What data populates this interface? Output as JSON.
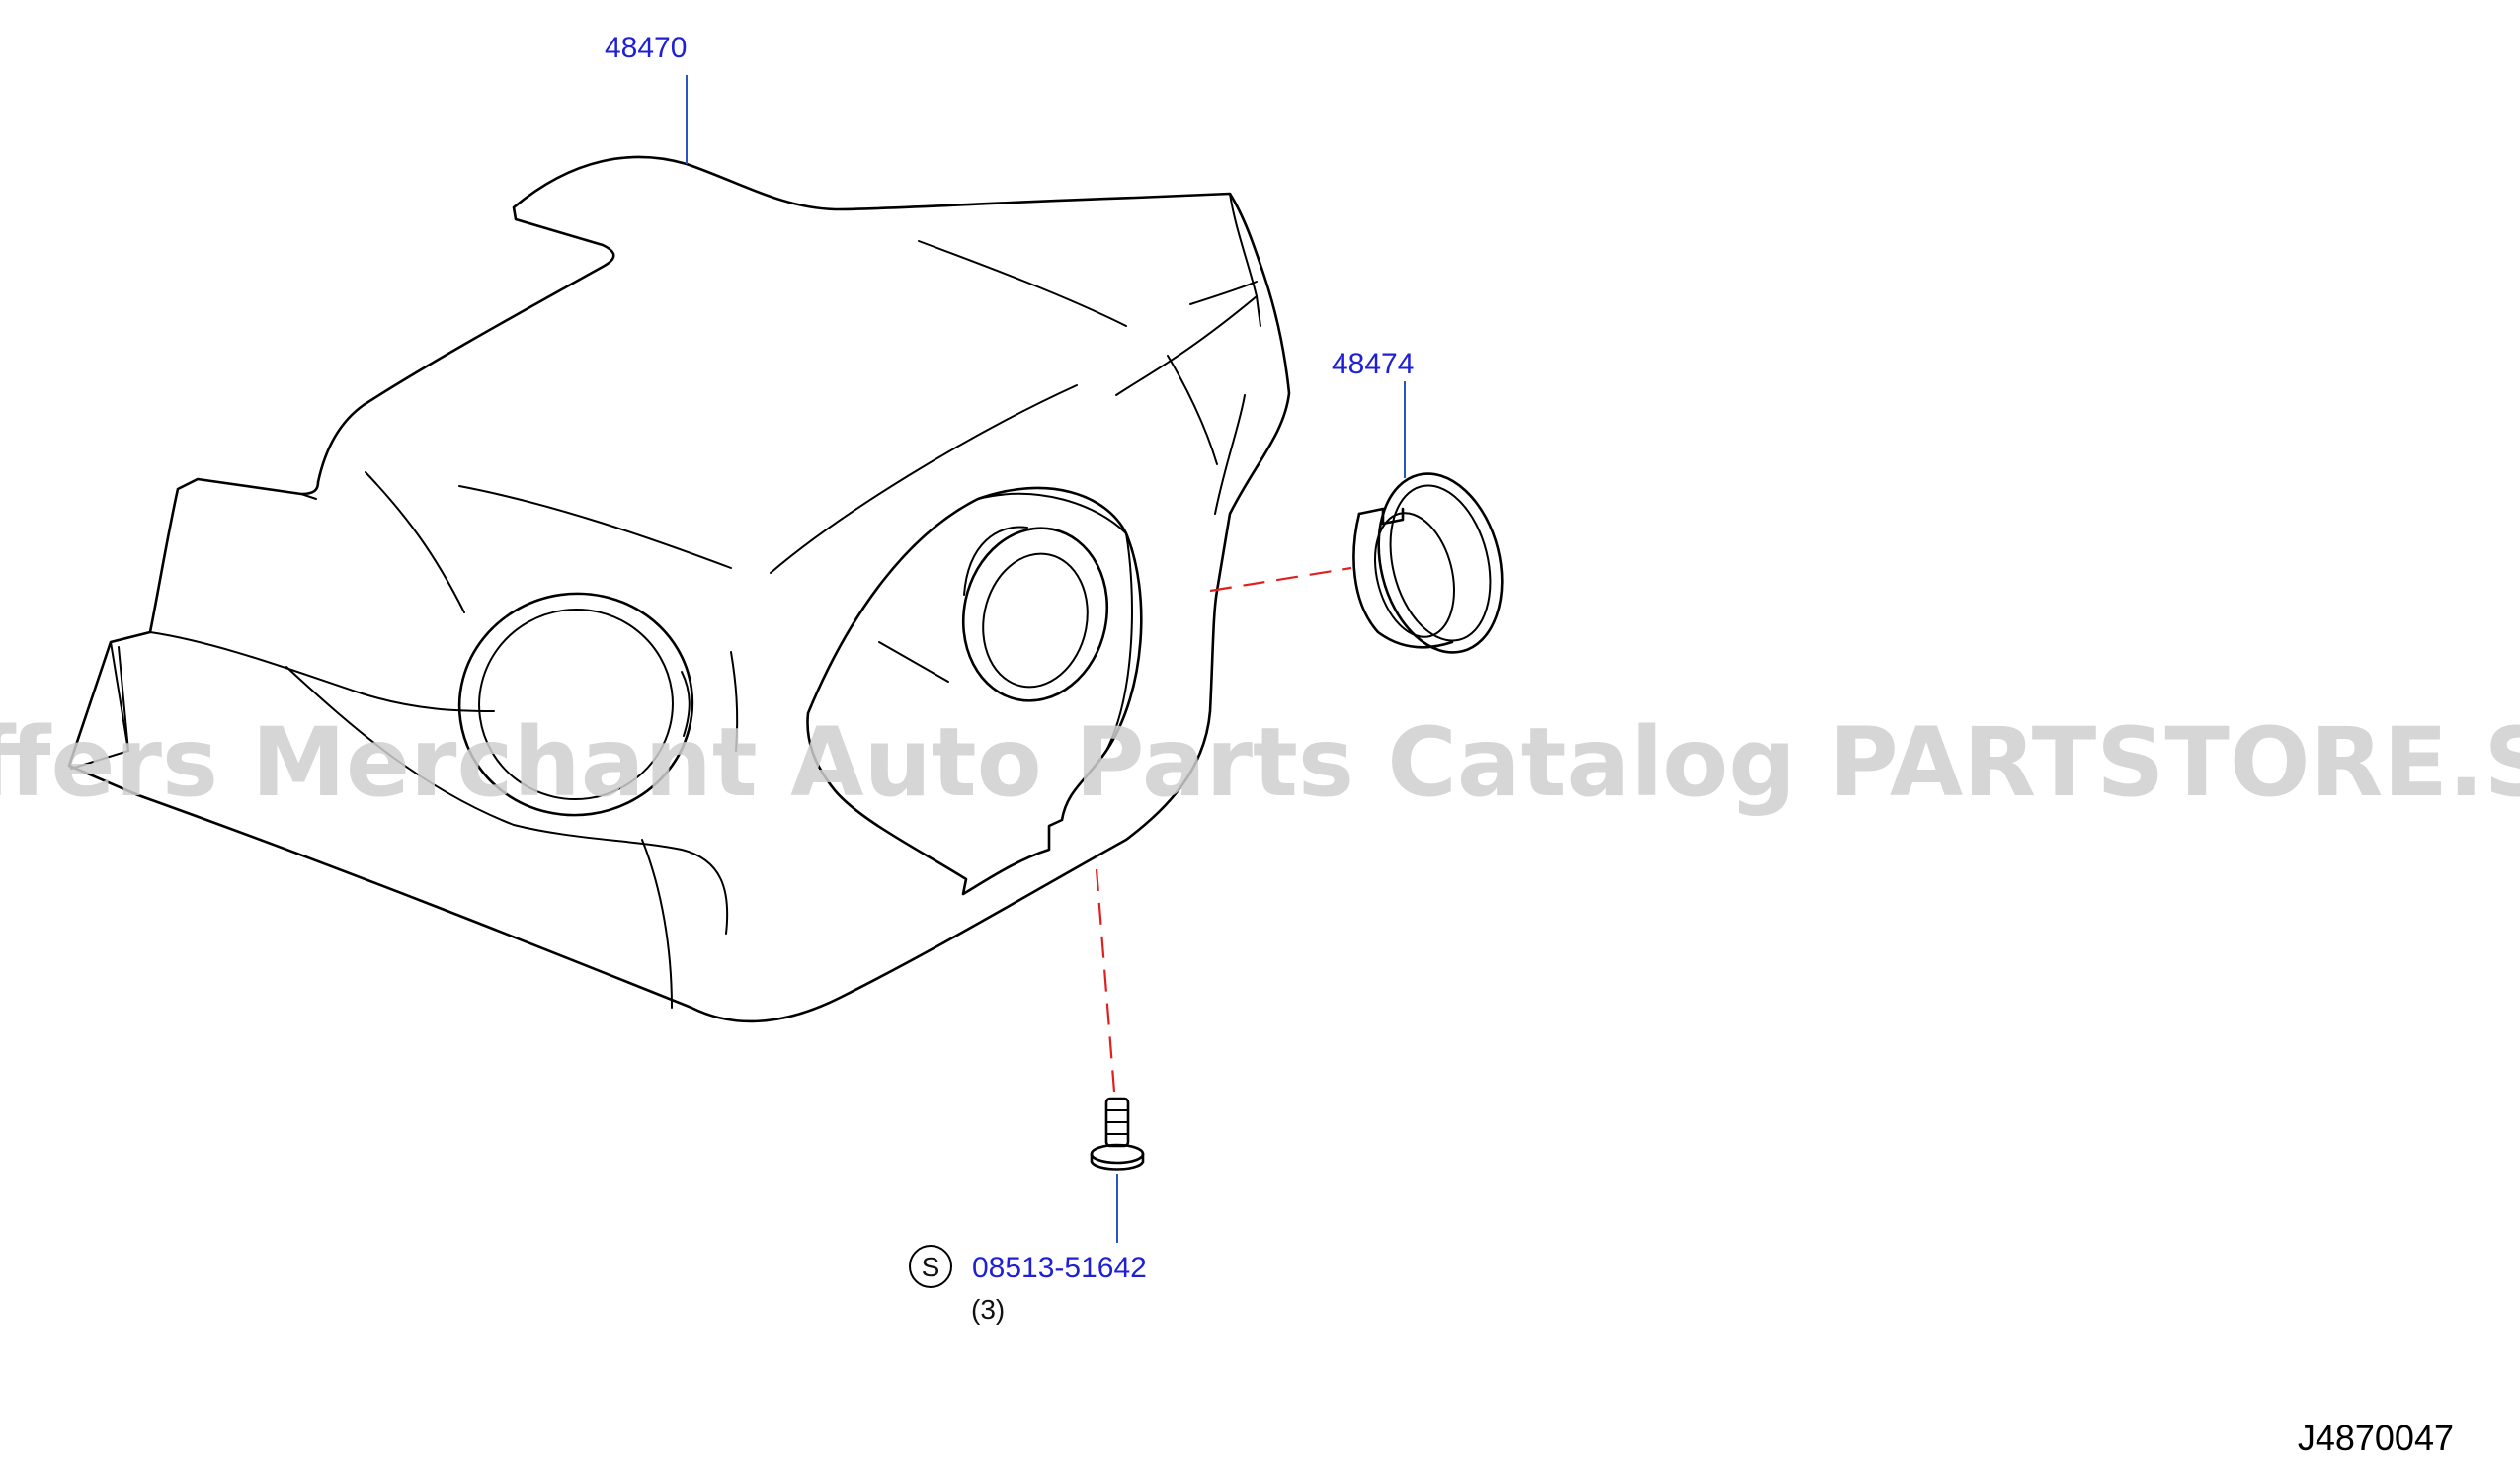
{
  "parts": [
    {
      "id": "cover",
      "number": "48470"
    },
    {
      "id": "grommet",
      "number": "48474"
    },
    {
      "id": "screw",
      "number": "08513-51642",
      "standard_mark": "S",
      "quantity": "(3)"
    }
  ],
  "watermark": "Offers Merchant Auto Parts Catalog PARTSTORE.SA",
  "diagram_ref": "J4870047",
  "colors": {
    "part_label": "#1f1fd6",
    "leader": "#2a55c9",
    "dash": "#e01f1f",
    "watermark": "#cfcfcf"
  }
}
